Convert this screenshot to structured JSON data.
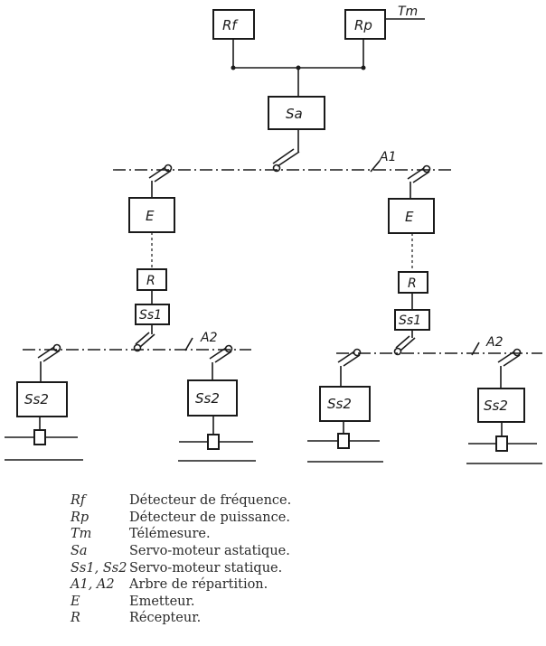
{
  "diagram": {
    "boxes": {
      "rf": "Rf",
      "rp": "Rp",
      "sa": "Sa",
      "e": "E",
      "r": "R",
      "ss1": "Ss1",
      "ss2": "Ss2"
    },
    "signals": {
      "tm": "Tm"
    },
    "shafts": {
      "a1": "A1",
      "a2": "A2"
    }
  },
  "legend": [
    {
      "symbol": "Rf",
      "description": "Détecteur de fréquence."
    },
    {
      "symbol": "Rp",
      "description": "Détecteur de puissance."
    },
    {
      "symbol": "Tm",
      "description": "Télémesure."
    },
    {
      "symbol": "Sa",
      "description": "Servo-moteur astatique."
    },
    {
      "symbol": "Ss1, Ss2",
      "description": "Servo-moteur statique."
    },
    {
      "symbol": "A1, A2",
      "description": "Arbre de répartition."
    },
    {
      "symbol": "E",
      "description": "Emetteur."
    },
    {
      "symbol": "R",
      "description": "Récepteur."
    }
  ]
}
